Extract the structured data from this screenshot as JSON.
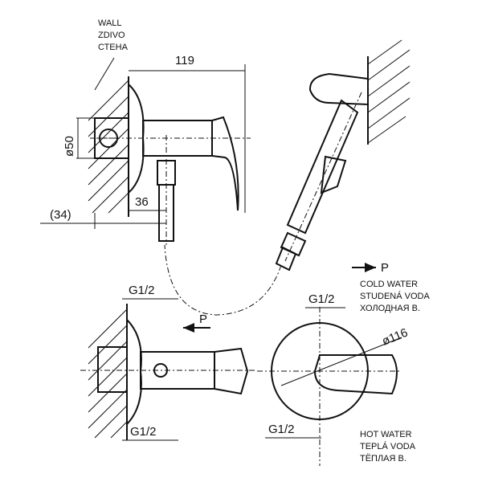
{
  "labels": {
    "wall": [
      "WALL",
      "ZDIVO",
      "СТЕНА"
    ],
    "cold": [
      "COLD WATER",
      "STUDENÁ VODA",
      "ХОЛОДНАЯ В."
    ],
    "hot": [
      "HOT WATER",
      "TEPLÁ VODA",
      "ТЁПЛАЯ В."
    ],
    "pressure_top": "P",
    "pressure_mid": "P"
  },
  "dimensions": {
    "length": "119",
    "diameter_rosette": "ø50",
    "offset": "(34)",
    "outlet": "36",
    "thread_left_top": "G1/2",
    "thread_left_bottom": "G1/2",
    "thread_right_top": "G1/2",
    "thread_right_bottom": "G1/2",
    "diameter_cover": "ø116"
  }
}
